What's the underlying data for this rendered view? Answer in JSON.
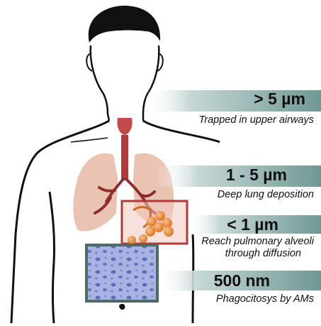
{
  "colors": {
    "band_gradient_start": "#ffffff",
    "band_gradient_mid": "#a9c2c0",
    "band_gradient_end": "#7aa3a0",
    "lung": "#e8b8a6",
    "trachea": "#b33a3a",
    "alveoli": "#e88a3a",
    "inset_border": "#b23a3a",
    "tissue": "#9aa6d8",
    "tissue_border": "#4d6b62"
  },
  "levels": [
    {
      "size": "> 5 µm",
      "description": [
        "Trapped in upper airways"
      ]
    },
    {
      "size": "1 - 5 µm",
      "description": [
        "Deep lung deposition"
      ]
    },
    {
      "size": "< 1 µm",
      "description": [
        "Reach pulmonary alveoli",
        "through diffusion"
      ]
    },
    {
      "size": "500 nm",
      "description": [
        "Phagocitosys by AMs"
      ]
    }
  ]
}
